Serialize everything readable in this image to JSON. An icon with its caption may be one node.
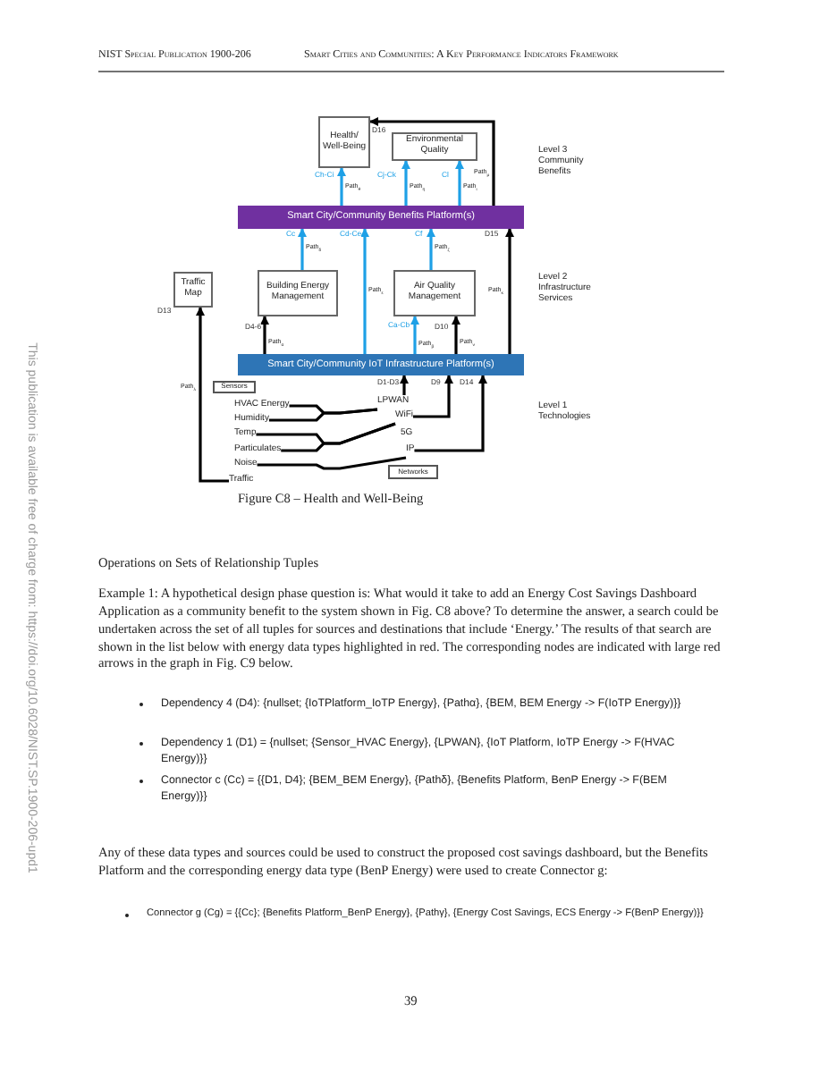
{
  "diagram": {
    "caption": "Figure C8 – Health and Well-Being",
    "nodes": [
      {
        "text": [
          "Health/ Well-Being"
        ]
      },
      {
        "text": [
          "Environmental Quality"
        ]
      },
      {
        "text": [
          "Smart City/Community Benefits Platform(s)"
        ]
      },
      {
        "text": [
          "Traffic Map"
        ]
      },
      {
        "text": [
          "Building Energy Management"
        ]
      },
      {
        "text": [
          "Air Quality Management"
        ]
      },
      {
        "text": [
          "Smart City/Community IoT Infrastructure Platform(s)"
        ]
      },
      {
        "text": [
          "Sensors"
        ]
      },
      {
        "text": [
          "Networks"
        ]
      },
      {
        "text": [
          "HVAC Energy"
        ]
      },
      {
        "text": [
          "Humidity"
        ]
      },
      {
        "text": [
          "Temp"
        ]
      },
      {
        "text": [
          "Particulates"
        ]
      },
      {
        "text": [
          "Noise"
        ]
      },
      {
        "text": [
          "Traffic"
        ]
      },
      {
        "text": [
          "LPWAN"
        ]
      },
      {
        "text": [
          "WiFi"
        ]
      },
      {
        "text": [
          "5G"
        ]
      },
      {
        "text": [
          "IP"
        ]
      }
    ],
    "edges": [
      {
        "from": 2,
        "to": 0,
        "arrow": "to",
        "label": "Ch-Ci",
        "color": "#1ea0e6"
      },
      {
        "from": 2,
        "to": 1,
        "arrow": "to",
        "label": "Cj-Ck",
        "color": "#1ea0e6"
      },
      {
        "from": 2,
        "to": 1,
        "arrow": "to",
        "label": "Cl",
        "color": "#1ea0e6"
      },
      {
        "from": 2,
        "to": 0,
        "arrow": "to",
        "label": "D16"
      },
      {
        "from": 4,
        "to": 2,
        "arrow": "to",
        "label": "Cc",
        "color": "#1ea0e6"
      },
      {
        "from": 6,
        "to": 2,
        "arrow": "to",
        "label": "Cd-Ce",
        "color": "#1ea0e6"
      },
      {
        "from": 5,
        "to": 2,
        "arrow": "to",
        "label": "Cf",
        "color": "#1ea0e6"
      },
      {
        "from": 6,
        "to": 2,
        "arrow": "to",
        "label": "D15"
      },
      {
        "from": 14,
        "to": 3,
        "arrow": "to",
        "label": "D13"
      },
      {
        "from": 6,
        "to": 4,
        "arrow": "to",
        "label": "D4-6"
      },
      {
        "from": 6,
        "to": 5,
        "arrow": "to",
        "label": "Ca-Cb",
        "color": "#1ea0e6"
      },
      {
        "from": 6,
        "to": 5,
        "arrow": "to",
        "label": "D10"
      },
      {
        "from": 15,
        "to": 6,
        "arrow": "to",
        "label": "D1-D3"
      },
      {
        "from": 16,
        "to": 6,
        "arrow": "to",
        "label": "D9"
      },
      {
        "from": 18,
        "to": 6,
        "arrow": "to",
        "label": "D14"
      },
      {
        "from": 9,
        "to": 15,
        "arrow": "none"
      },
      {
        "from": 10,
        "to": 15,
        "arrow": "none"
      },
      {
        "from": 11,
        "to": 16,
        "arrow": "none"
      },
      {
        "from": 12,
        "to": 16,
        "arrow": "none"
      },
      {
        "from": 13,
        "to": 18,
        "arrow": "none"
      }
    ],
    "labels": [
      "NIST Special Publication 1900-206",
      "Smart Cities and Communities: A Key Performance Indicators Framework",
      "This publication is available free of charge from: https://doi.org/10.6028/NIST.SP.1900-206-upd1",
      "Level 3 Community Benefits",
      "Level 2 Infrastructure Services",
      "Level 1 Technologies",
      "Path$_{θ}$",
      "Path$_{η}$",
      "Path$_{ι}$",
      "Path$_{μ}$",
      "Path$_{δ}$",
      "Path$_{ε}$",
      "Path$_{ζ}$",
      "Path$_{κ}$",
      "Path$_{λ}$",
      "Path$_{α}$",
      "Path$_{β}$",
      "Path$_{ν}$",
      "Operations on Sets of Relationship Tuples",
      "Example 1: A hypothetical design phase question is: What would it take to add an Energy Cost Savings Dashboard Application as a community benefit to the system shown in Fig. C8 above?  To determine the answer, a search could be undertaken across the set of all tuples for sources and destinations that include ‘Energy.’ The results of that search are shown in the list below with energy data types highlighted in red. The corresponding nodes are indicated with large red arrows in the graph in Fig. C9 below.",
      "Dependency 4 (D4): {nullset; {IoTPlatform_IoTP Energy}, {Pathα}, {BEM, BEM Energy -> F(IoTP Energy)}}",
      "Dependency 1 (D1) = {nullset; {Sensor_HVAC Energy}, {LPWAN}, {IoT Platform, IoTP Energy -> F(HVAC Energy)}}",
      "Connector c (Cc) = {{D1, D4}; {BEM_BEM Energy}, {Pathδ}, {Benefits Platform, BenP Energy -> F(BEM Energy)}}",
      "Any of these data types and sources could be used to construct the proposed cost savings dashboard, but the Benefits Platform and the corresponding energy data type (BenP Energy) were used to create Connector g:",
      "Connector g (Cg) = {{Cc}; {Benefits Platform_BenP Energy}, {Pathγ}, {Energy Cost Savings, ECS Energy -> F(BenP Energy)}}",
      "39"
    ]
  }
}
